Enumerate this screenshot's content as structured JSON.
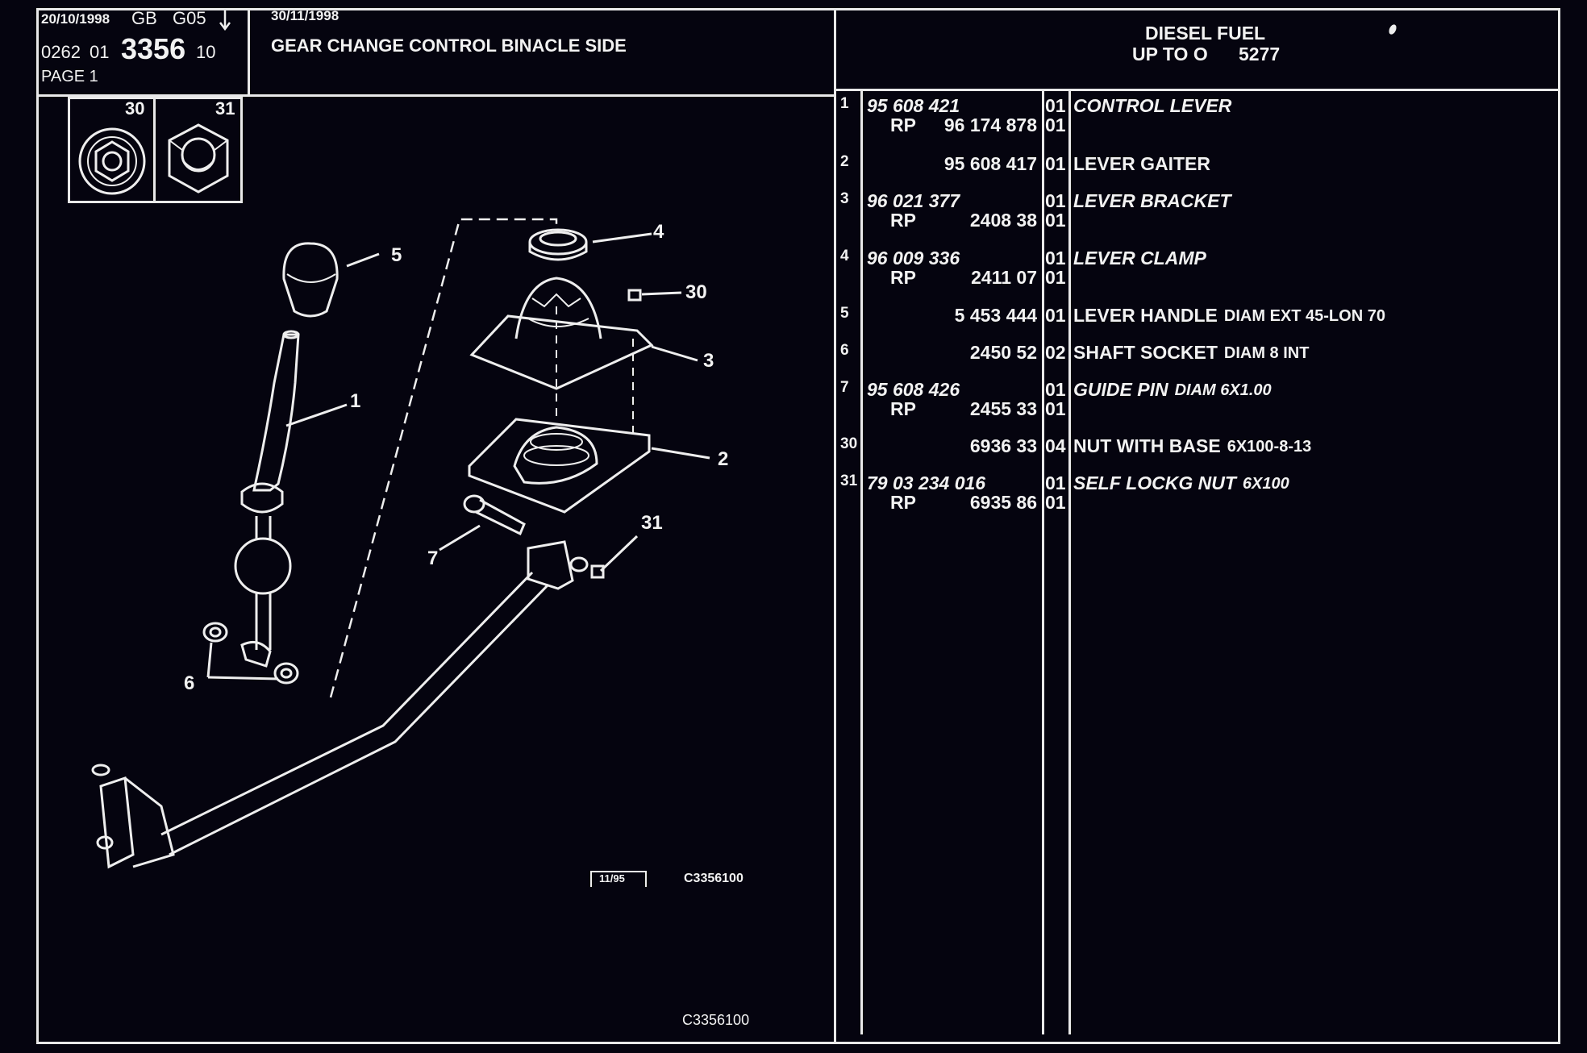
{
  "header": {
    "date1": "20/10/1998",
    "region": "GB",
    "group": "G05",
    "arrow_icon": "down-arrow-icon",
    "code_prefix": "0262",
    "code_mid": "01",
    "code_main": "3356",
    "code_suffix": "10",
    "page": "PAGE 1",
    "date2": "30/11/1998",
    "title": "GEAR CHANGE CONTROL BINACLE SIDE",
    "fuel": "DIESEL FUEL",
    "limit": "UP TO O",
    "limit_num": "5277"
  },
  "inset": {
    "items": [
      {
        "ref": "30",
        "icon": "nut-with-base-icon"
      },
      {
        "ref": "31",
        "icon": "self-locking-nut-icon"
      }
    ]
  },
  "diagram": {
    "callouts": [
      "5",
      "4",
      "30",
      "3",
      "1",
      "2",
      "31",
      "7",
      "6"
    ],
    "stamp": "11/95",
    "ref_code": "C3356100",
    "footer_code": "C3356100"
  },
  "parts": [
    {
      "ref": "1",
      "part": "95 608 421",
      "part_italic": true,
      "qty": "01",
      "desc": "CONTROL LEVER",
      "desc_italic": true,
      "extra": "",
      "rp": "RP",
      "rp_part": "96 174 878",
      "rp_qty": "01"
    },
    {
      "ref": "2",
      "part": "95 608 417",
      "part_italic": false,
      "qty": "01",
      "desc": "LEVER GAITER",
      "desc_italic": false,
      "extra": ""
    },
    {
      "ref": "3",
      "part": "96 021 377",
      "part_italic": true,
      "qty": "01",
      "desc": "LEVER BRACKET",
      "desc_italic": true,
      "extra": "",
      "rp": "RP",
      "rp_part": "2408 38",
      "rp_qty": "01"
    },
    {
      "ref": "4",
      "part": "96 009 336",
      "part_italic": true,
      "qty": "01",
      "desc": "LEVER CLAMP",
      "desc_italic": true,
      "extra": "",
      "rp": "RP",
      "rp_part": "2411 07",
      "rp_qty": "01"
    },
    {
      "ref": "5",
      "part": "5 453 444",
      "part_italic": false,
      "qty": "01",
      "desc": "LEVER HANDLE",
      "desc_italic": false,
      "extra": "DIAM EXT 45-LON 70"
    },
    {
      "ref": "6",
      "part": "2450 52",
      "part_italic": false,
      "qty": "02",
      "desc": "SHAFT SOCKET",
      "desc_italic": false,
      "extra": "DIAM 8 INT"
    },
    {
      "ref": "7",
      "part": "95 608 426",
      "part_italic": true,
      "qty": "01",
      "desc": "GUIDE PIN",
      "desc_italic": true,
      "extra": "DIAM 6X1.00",
      "rp": "RP",
      "rp_part": "2455 33",
      "rp_qty": "01"
    },
    {
      "ref": "30",
      "part": "6936 33",
      "part_italic": false,
      "qty": "04",
      "desc": "NUT WITH BASE",
      "desc_italic": false,
      "extra": "6X100-8-13"
    },
    {
      "ref": "31",
      "part": "79 03 234 016",
      "part_italic": true,
      "qty": "01",
      "desc": "SELF LOCKG NUT",
      "desc_italic": true,
      "extra": "6X100",
      "rp": "RP",
      "rp_part": "6935 86",
      "rp_qty": "01"
    }
  ]
}
